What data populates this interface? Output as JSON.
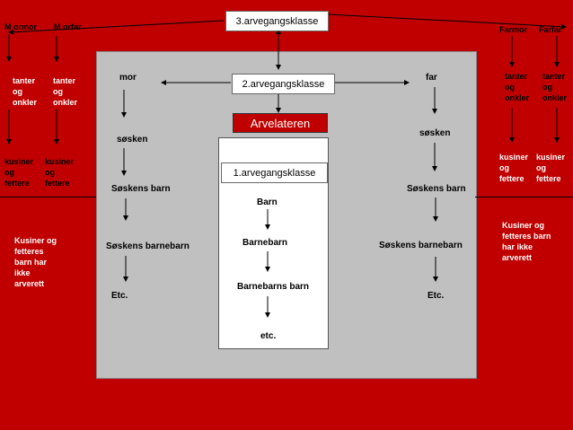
{
  "top_class": "3.arvegangsklasse",
  "middle_class": "2.arvegangsklasse",
  "first_class": "1.arvegangsklasse",
  "heir": "Arvelateren",
  "left_grandparents": {
    "a": "M ormor",
    "b": "M orfar"
  },
  "right_grandparents": {
    "a": "Farmor",
    "b": "Farfar"
  },
  "left_uncles": {
    "a": "tanter\nog\nonkler",
    "b": "tanter\nog\nonkler"
  },
  "right_uncles": {
    "a": "tanter\nog\nonkler",
    "b": "tanter\nog\nonkler"
  },
  "left_cousins": {
    "a": "kusiner\nog\nfettere",
    "b": "kusiner\nog\nfettere"
  },
  "right_cousins": {
    "a": "kusiner\nog\nfettere",
    "b": "kusiner\nog\nfettere"
  },
  "left_note": "Kusiner og\nfetteres\nbarn har\nikke\narverett",
  "right_note": "Kusiner og\nfetteres barn\nhar ikke\narverett",
  "mor_side": {
    "parent": "mor",
    "siblings": "søsken",
    "children": "Søskens barn",
    "grandchildren": "Søskens barnebarn",
    "etc": "Etc."
  },
  "far_side": {
    "parent": "far",
    "siblings": "søsken",
    "children": "Søskens barn",
    "grandchildren": "Søskens barnebarn",
    "etc": "Etc."
  },
  "first_line": {
    "children": "Barn",
    "grandchildren": "Barnebarn",
    "great": "Barnebarns barn",
    "etc": "etc."
  }
}
